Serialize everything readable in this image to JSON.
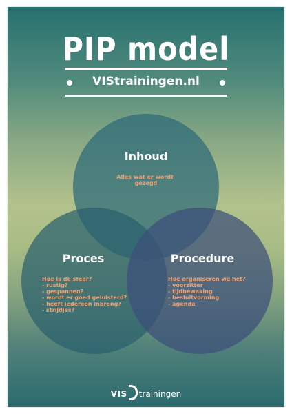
{
  "title": "PIP model",
  "subtitle": "VIStrainingen.nl",
  "circles": {
    "inhoud": {
      "label": "Inhoud",
      "lines": [
        "Alles wat er wordt",
        "gezegd"
      ]
    },
    "proces": {
      "label": "Proces",
      "lines": [
        "Hoe is de sfeer?",
        " - rustig?",
        " - gespannen?",
        " - wordt er goed geluisterd?",
        " - heeft iedereen inbreng?",
        " - strijdjes?"
      ]
    },
    "procedure": {
      "label": "Procedure",
      "lines": [
        "Hoe organiseren we het?",
        " - voorzitter",
        " - tijdbewaking",
        " - besluitvorming",
        " - agenda"
      ]
    }
  },
  "logo": {
    "mark": "VIS",
    "text": "trainingen"
  },
  "colors": {
    "accent_text": "#f0a070",
    "circle_inhoud": "#2d6a78",
    "circle_proces": "#2a5f6d",
    "circle_procedure": "#3b4f7a"
  }
}
